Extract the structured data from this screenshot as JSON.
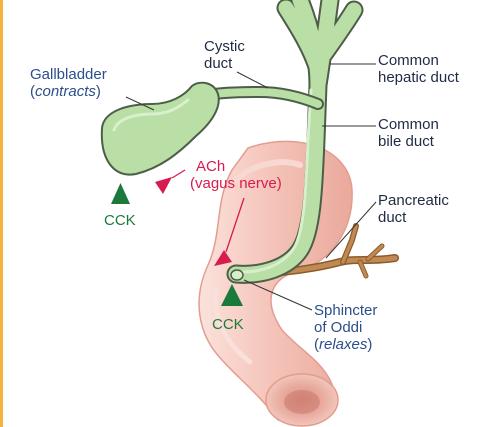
{
  "labels": {
    "gallbladder": {
      "line1": "Gallbladder",
      "open": "(",
      "state": "contracts",
      "close": ")"
    },
    "cystic_duct": {
      "line1": "Cystic",
      "line2": "duct"
    },
    "common_hepatic_duct": {
      "line1": "Common",
      "line2": "hepatic duct"
    },
    "common_bile_duct": {
      "line1": "Common",
      "line2": "bile duct"
    },
    "pancreatic_duct": {
      "line1": "Pancreatic",
      "line2": "duct"
    },
    "sphincter": {
      "line1": "Sphincter",
      "line2": "of Oddi",
      "open": "(",
      "state": "relaxes",
      "close": ")"
    },
    "ach": {
      "line1": "ACh",
      "line2": "(vagus nerve)"
    },
    "cck_left": "CCK",
    "cck_bottom": "CCK"
  },
  "colors": {
    "frame": "#f3b33d",
    "duct_fill": "#b9dea6",
    "duct_outline": "#5b6e55",
    "intestine": "#f4c6bd",
    "intestine_dark": "#e6a79a",
    "pancreatic_duct": "#a87a45",
    "cck_marker": "#1a7a3c",
    "ach_marker": "#d81b4e"
  }
}
